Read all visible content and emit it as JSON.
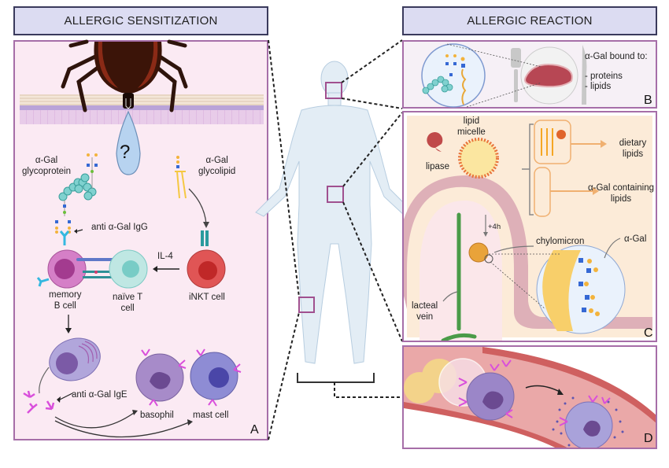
{
  "headers": {
    "left": "ALLERGIC SENSITIZATION",
    "right": "ALLERGIC REACTION"
  },
  "panel_a": {
    "letter": "A",
    "labels": {
      "question_mark": "?",
      "glycoprotein": "α-Gal\nglycoprotein",
      "glycolipid": "α-Gal\nglycolipid",
      "igg": "anti α-Gal IgG",
      "il4": "IL-4",
      "memory_b": "memory\nB cell",
      "naive_t": "naïve T\ncell",
      "inkt": "iNKT cell",
      "ige": "anti α-Gal IgE",
      "basophil": "basophil",
      "mast_cell": "mast cell"
    }
  },
  "panel_b": {
    "letter": "B",
    "title": "α-Gal bound to:",
    "items": [
      "- proteins",
      "- lipids"
    ]
  },
  "panel_c": {
    "letter": "C",
    "labels": {
      "lipid_micelle": "lipid\nmicelle",
      "lipase": "lipase",
      "dietary_lipids": "dietary lipids",
      "agal_lipids": "α-Gal containing\nlipids",
      "plus4h": "+4h",
      "chylomicron": "chylomicron",
      "agal": "α-Gal",
      "lacteal_vein": "lacteal\nvein"
    }
  },
  "panel_d": {
    "letter": "D"
  },
  "colors": {
    "header_bg": "#dcdcf2",
    "header_border": "#3a3a5c",
    "panel_border": "#a66ea8",
    "panel_a_bg": "#fbeaf3",
    "panel_b_bg": "#f6f0f6",
    "panel_c_bg": "#fcebd8",
    "vessel": "#e9a3a3",
    "body_silhouette": "#e3edf5"
  }
}
